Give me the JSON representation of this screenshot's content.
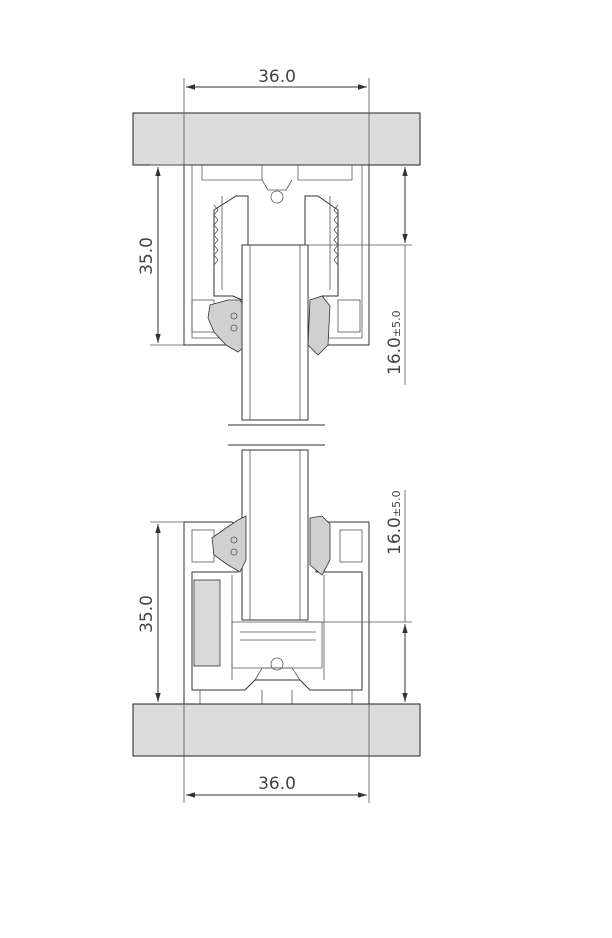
{
  "colors": {
    "wall_fill": "#dcdcdc",
    "line": "#333333",
    "background": "#ffffff",
    "gasket": "#d0d0d0",
    "insert": "#d9d9d9"
  },
  "dimensions": {
    "top_width": "36.0",
    "top_height": "35.0",
    "top_engagement": "16.0",
    "top_engagement_tol": "±5.0",
    "bottom_width": "36.0",
    "bottom_height": "35.0",
    "bottom_engagement": "16.0",
    "bottom_engagement_tol": "±5.0"
  }
}
